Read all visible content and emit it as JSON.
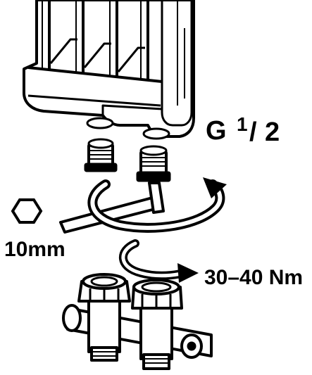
{
  "labels": {
    "thread_size_main": "G",
    "thread_size_numerator": "1",
    "thread_size_slash": "/",
    "thread_size_denominator": "2",
    "hex_key_size": "10mm",
    "torque_range": "30–40 Nm"
  },
  "colors": {
    "ink": "#000000",
    "paper": "#ffffff"
  },
  "icons": {
    "hex_key_symbol": "hexagon-icon",
    "rotation": "rotation-arrow-icon"
  }
}
